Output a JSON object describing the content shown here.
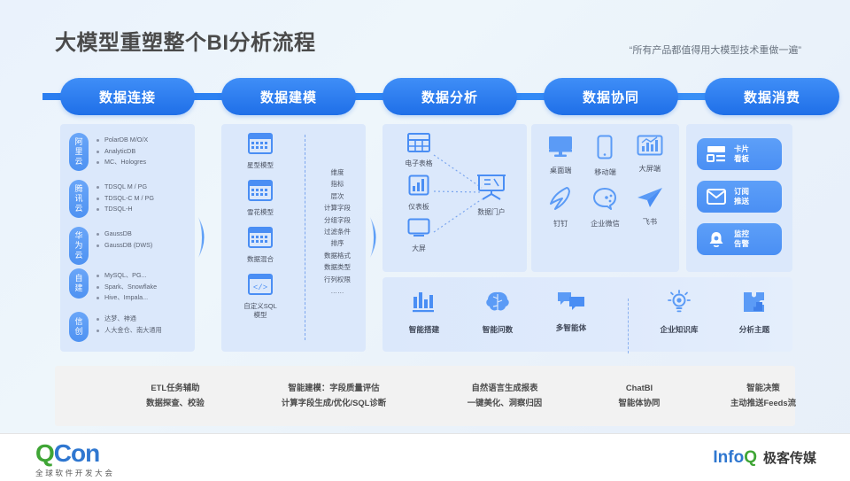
{
  "header": {
    "title": "大模型重塑整个BI分析流程",
    "subtitle": "“所有产品都值得用大模型技术重做一遍”"
  },
  "pipeline": {
    "stages": [
      {
        "label": "数据连接"
      },
      {
        "label": "数据建模"
      },
      {
        "label": "数据分析"
      },
      {
        "label": "数据协同"
      },
      {
        "label": "数据消费"
      }
    ]
  },
  "data_connect": {
    "vendors": [
      {
        "tag": "阿里云",
        "tag_chars": [
          "阿",
          "里",
          "云"
        ],
        "items": [
          "PolarDB M/O/X",
          "AnalyticDB",
          "MC、Hologres"
        ]
      },
      {
        "tag": "腾讯云",
        "tag_chars": [
          "腾",
          "讯",
          "云"
        ],
        "items": [
          "TDSQL M / PG",
          "TDSQL-C M / PG",
          "TDSQL-H"
        ]
      },
      {
        "tag": "华为云",
        "tag_chars": [
          "华",
          "为",
          "云"
        ],
        "items": [
          "GaussDB",
          "GaussDB (DWS)"
        ]
      },
      {
        "tag": "自建",
        "tag_chars": [
          "自",
          "建"
        ],
        "items": [
          "MySQL、PG...",
          "Spark、Snowflake",
          "Hive、Impala..."
        ]
      },
      {
        "tag": "信创",
        "tag_chars": [
          "信",
          "创"
        ],
        "items": [
          "达梦、神通",
          "人大金仓、南大通用"
        ]
      }
    ]
  },
  "data_model": {
    "models": [
      {
        "label": "星型模型",
        "icon": "table-grid-icon"
      },
      {
        "label": "雪花模型",
        "icon": "table-grid-icon"
      },
      {
        "label": "数据混合",
        "icon": "table-grid-icon"
      },
      {
        "label": "自定义SQL\n模型",
        "label_l1": "自定义SQL",
        "label_l2": "模型",
        "icon": "code-window-icon"
      }
    ],
    "attributes": [
      "维度",
      "指标",
      "层次",
      "计算字段",
      "分组字段",
      "过滤条件",
      "排序",
      "数据格式",
      "数据类型",
      "行列权限",
      "……"
    ]
  },
  "data_analysis": {
    "sources": [
      {
        "label": "电子表格",
        "icon": "spreadsheet-icon"
      },
      {
        "label": "仪表板",
        "icon": "dashboard-chart-icon"
      },
      {
        "label": "大屏",
        "icon": "monitor-icon"
      }
    ],
    "target": {
      "label": "数据门户",
      "icon": "portal-board-icon"
    }
  },
  "data_collab": {
    "items": [
      {
        "label": "桌面端",
        "icon": "desktop-icon"
      },
      {
        "label": "移动端",
        "icon": "mobile-icon"
      },
      {
        "label": "大屏端",
        "icon": "bigscreen-icon"
      },
      {
        "label": "钉钉",
        "icon": "dingtalk-icon"
      },
      {
        "label": "企业微信",
        "icon": "wecom-icon"
      },
      {
        "label": "飞书",
        "icon": "feishu-icon"
      }
    ]
  },
  "data_consume": {
    "buttons": [
      {
        "icon": "card-board-icon",
        "line1": "卡片",
        "line2": "看板"
      },
      {
        "icon": "envelope-icon",
        "line1": "订阅",
        "line2": "推送"
      },
      {
        "icon": "bell-alert-icon",
        "line1": "监控",
        "line2": "告警"
      }
    ]
  },
  "ai_capabilities": {
    "left": [
      {
        "label": "智能搭建",
        "icon": "bar-build-icon"
      },
      {
        "label": "智能问数",
        "icon": "brain-icon"
      },
      {
        "label": "多智能体",
        "icon": "multi-agent-chat-icon"
      }
    ],
    "right": [
      {
        "label": "企业知识库",
        "icon": "lightbulb-icon"
      },
      {
        "label": "分析主题",
        "icon": "puzzle-icon"
      }
    ]
  },
  "summary": {
    "cells": [
      {
        "line1": "ETL任务辅助",
        "line2": "数据探查、校验"
      },
      {
        "line1": "智能建模：字段质量评估",
        "line2": "计算字段生成/优化/SQL诊断"
      },
      {
        "line1": "自然语言生成报表",
        "line2": "一键美化、洞察归因"
      },
      {
        "line1": "ChatBI",
        "line2": "智能体协同"
      },
      {
        "line1": "智能决策",
        "line2": "主动推送Feeds流"
      }
    ]
  },
  "footer": {
    "qcon": {
      "part1": "Q",
      "part2": "Con",
      "subtitle": "全球软件开发大会"
    },
    "infoq": {
      "part1": "Info",
      "part2": "Q",
      "cn": "极客传媒"
    }
  },
  "colors": {
    "accent_blue": "#2f7ef0",
    "panel_blue": "#dbe8fb",
    "brand_green": "#3fa535",
    "brand_blue": "#2f77d0"
  }
}
